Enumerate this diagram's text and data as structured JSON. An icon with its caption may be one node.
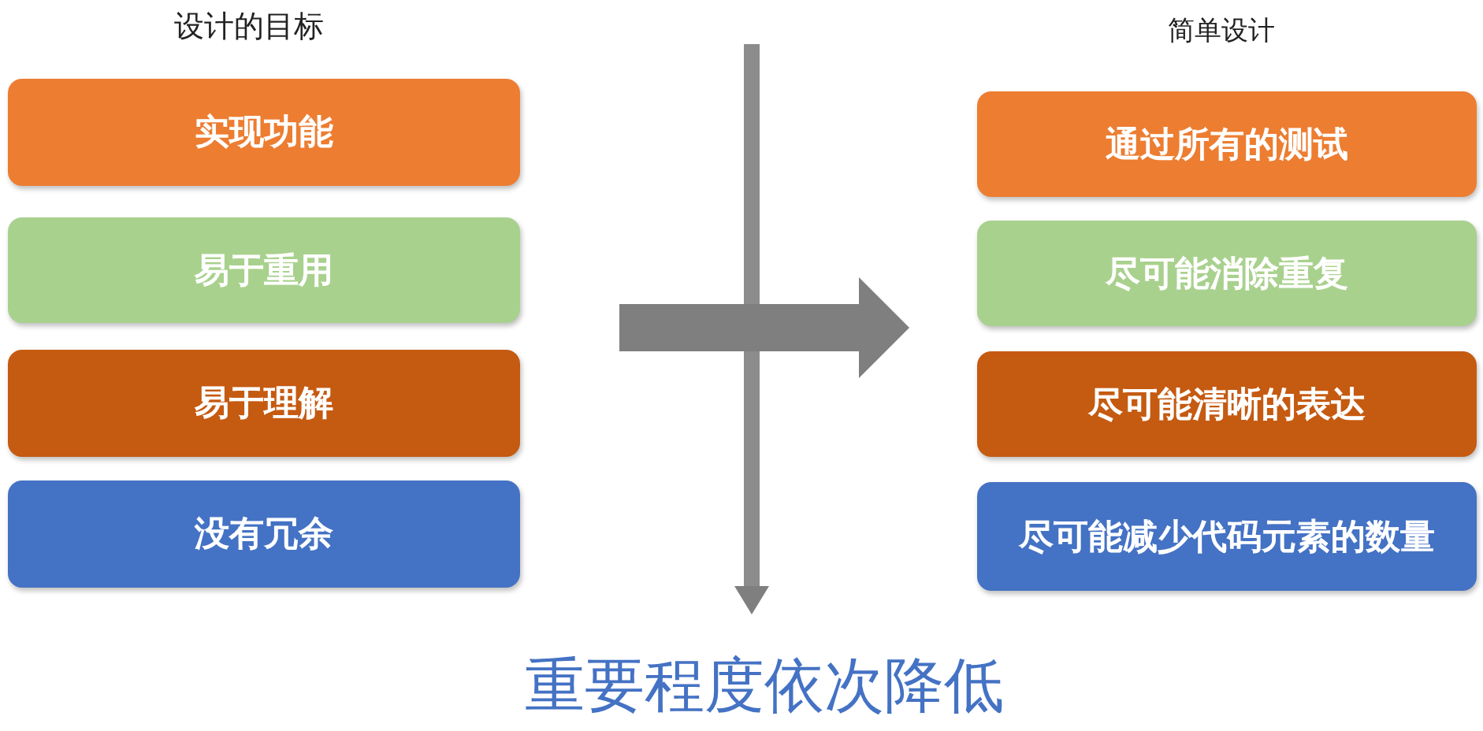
{
  "diagram": {
    "nodes": [
      {
        "text": [
          "实现功能"
        ]
      },
      {
        "text": [
          "易于重用"
        ]
      },
      {
        "text": [
          "易于理解"
        ]
      },
      {
        "text": [
          "没有冗余"
        ]
      },
      {
        "text": [
          "通过所有的测试"
        ]
      },
      {
        "text": [
          "尽可能消除重复"
        ]
      },
      {
        "text": [
          "尽可能清晰的表达"
        ]
      },
      {
        "text": [
          "尽可能减少代码元素的数量"
        ]
      }
    ],
    "edges": [],
    "labels": [
      "设计的目标",
      "简单设计",
      "重要程度依次降低"
    ]
  }
}
